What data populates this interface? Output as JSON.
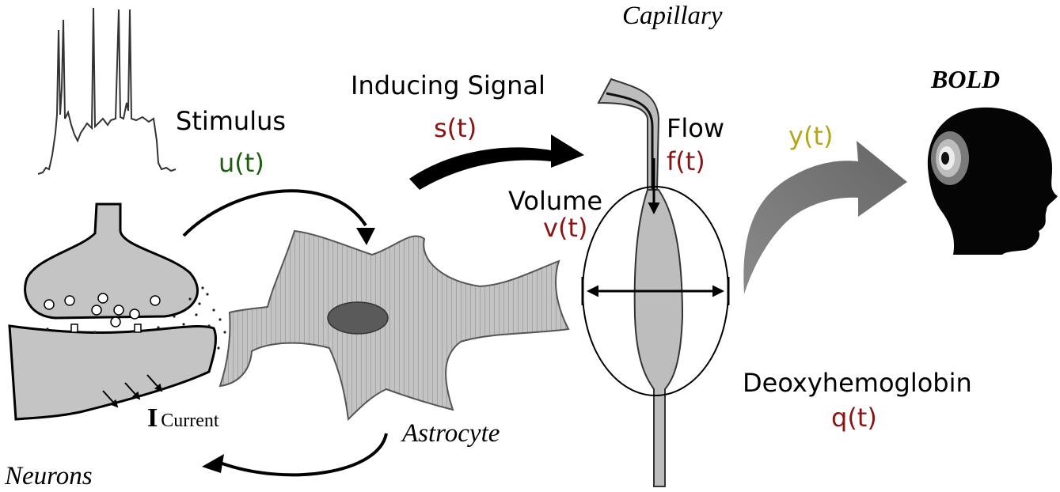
{
  "labels": {
    "stimulus": "Stimulus",
    "u_t": "u(t)",
    "inducing_signal": "Inducing Signal",
    "s_t": "s(t)",
    "capillary": "Capillary",
    "flow": "Flow",
    "f_t": "f(t)",
    "volume": "Volume",
    "v_t": "v(t)",
    "y_t": "y(t)",
    "bold": "BOLD",
    "deoxyhemoglobin": "Deoxyhemoglobin",
    "q_t": "q(t)",
    "astrocyte": "Astrocyte",
    "neurons": "Neurons",
    "current_symbol": "I",
    "current_subscript": "Current"
  },
  "colors": {
    "text": "#000000",
    "green": "#1f5e12",
    "darkred": "#8a1414",
    "olive": "#b5a51e",
    "cell_gray": "#bdbdbd",
    "nucleus": "#555555",
    "arrow_gray": "#777777"
  },
  "icons": {
    "spike_trace": "spike-train-trace-icon",
    "synapse": "synapse-illustration",
    "astrocyte": "astrocyte-cell-illustration",
    "capillary": "capillary-vessel-illustration",
    "head": "head-profile-bold-icon"
  }
}
